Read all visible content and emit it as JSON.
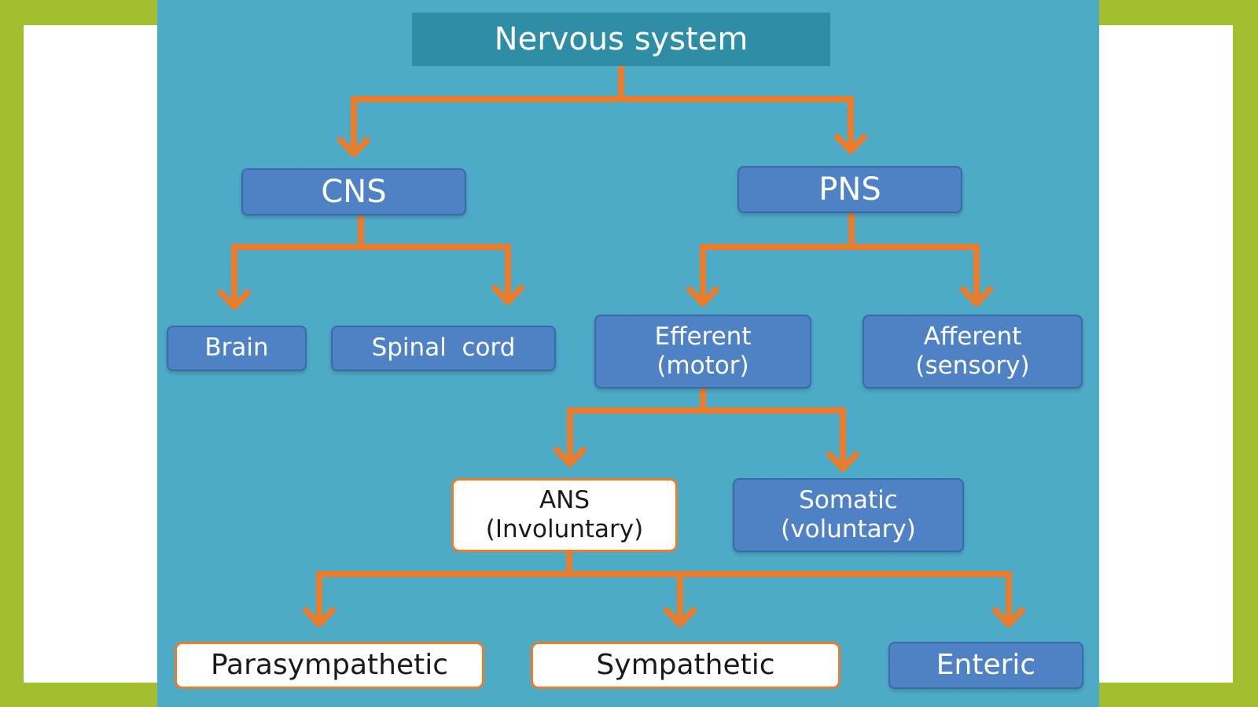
{
  "diagram": {
    "root": {
      "label": "Nervous system"
    },
    "cns": {
      "label": "CNS",
      "children": [
        {
          "label": "Brain"
        },
        {
          "label": "Spinal  cord"
        }
      ]
    },
    "pns": {
      "label": "PNS",
      "efferent": {
        "line1": "Efferent",
        "line2": "(motor)"
      },
      "afferent": {
        "line1": "Afferent",
        "line2": "(sensory)"
      }
    },
    "ans": {
      "line1": "ANS",
      "line2": "(Involuntary)"
    },
    "somatic": {
      "line1": "Somatic",
      "line2": "(voluntary)"
    },
    "ans_children": [
      {
        "label": "Parasympathetic"
      },
      {
        "label": "Sympathetic"
      },
      {
        "label": "Enteric"
      }
    ]
  },
  "colors": {
    "frame": "#a2bd2d",
    "panel": "#ffffff",
    "slide": "#4eabc8",
    "title_box": "#2f8ea6",
    "blue_box": "#4f81c5",
    "connector": "#ea7d2b"
  }
}
